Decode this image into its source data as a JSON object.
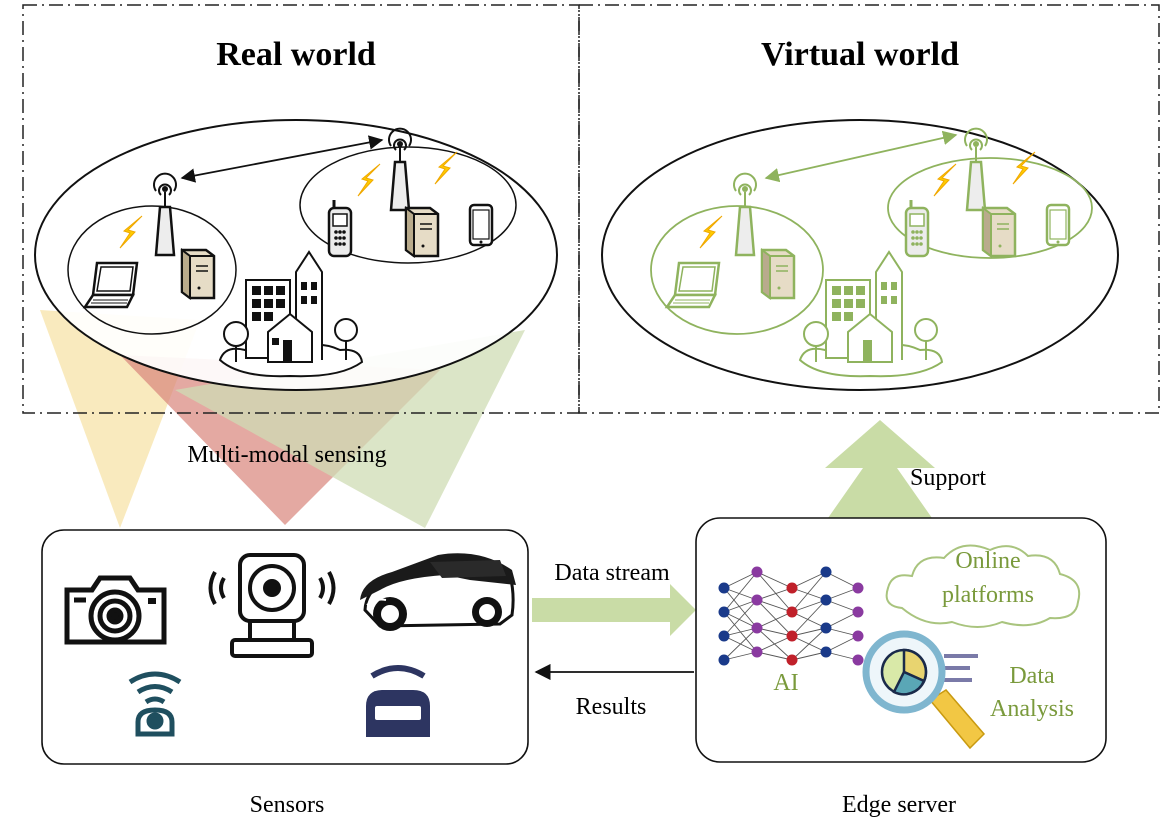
{
  "titles": {
    "real": "Real world",
    "virtual": "Virtual world"
  },
  "labels": {
    "sensing": "Multi-modal sensing",
    "data_stream": "Data stream",
    "results": "Results",
    "support": "Support",
    "sensors": "Sensors",
    "edge_server": "Edge server",
    "ai": "AI",
    "online_line1": "Online",
    "online_line2": "platforms",
    "analysis_line1": "Data",
    "analysis_line2": "Analysis"
  },
  "colors": {
    "icon_dark": "#111111",
    "virtual_green": "#8fb35e",
    "text_green": "#7a9a3c",
    "arrow_green": "#c9dca6",
    "bolt_yellow": "#ffcc00",
    "beam_yellow": "#f7e3a8",
    "beam_red": "#d9857a",
    "beam_green": "#cfdcb4",
    "nn_blue": "#1a3a8a",
    "nn_purple": "#8a3aa0",
    "nn_red": "#c0202a",
    "sensor_navy": "#2d3561",
    "sensor_teal": "#1f4f5f"
  },
  "icons": [
    "antenna-icon",
    "server-icon",
    "laptop-icon",
    "phone-icon",
    "smartphone-icon",
    "lightning-icon",
    "city-icon",
    "camera-icon",
    "webcam-icon",
    "car-icon",
    "wireless-sensor-icon",
    "radar-sensor-icon",
    "neural-network-icon",
    "cloud-icon",
    "magnifier-icon",
    "pie-chart-icon"
  ]
}
